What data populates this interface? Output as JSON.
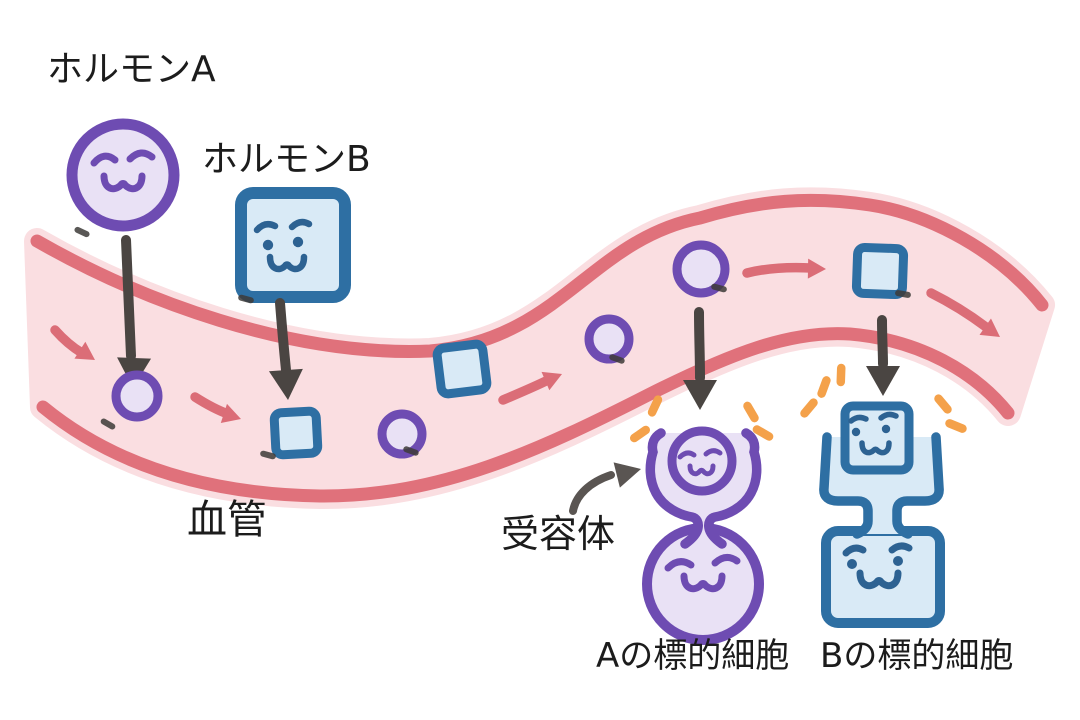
{
  "labels": {
    "hormone_a": "ホルモンA",
    "hormone_b": "ホルモンB",
    "vessel": "血管",
    "receptor": "受容体",
    "target_cell_a": "Aの標的細胞",
    "target_cell_b": "Bの標的細胞"
  },
  "icons": {
    "hormone_a_icon": "purple-circle-with-smiley-face",
    "hormone_b_icon": "blue-square-with-smiley-face",
    "receptor_a_icon": "purple-cup-receptor",
    "receptor_b_icon": "blue-socket-receptor",
    "flow_arrow_icon": "small-pink-arrow",
    "drop_arrow_icon": "dark-down-arrow",
    "sparkle_icon": "orange-dash-sparkle"
  },
  "colors": {
    "purple_stroke": "#6e4cb2",
    "purple_fill": "#e9e1f5",
    "blue_stroke": "#2e6fa3",
    "blue_face": "#2d6292",
    "blue_fill": "#d9eaf6",
    "vessel_fill": "#fadee1",
    "vessel_line": "#e0717b",
    "flow_arrow": "#db6d77",
    "drop_arrow": "#4a4542",
    "pointer_arrow": "#5a5552",
    "sparkle": "#f4a14a",
    "smudge": "#3e3b39",
    "text": "#1c1c1c",
    "background": "#ffffff"
  }
}
